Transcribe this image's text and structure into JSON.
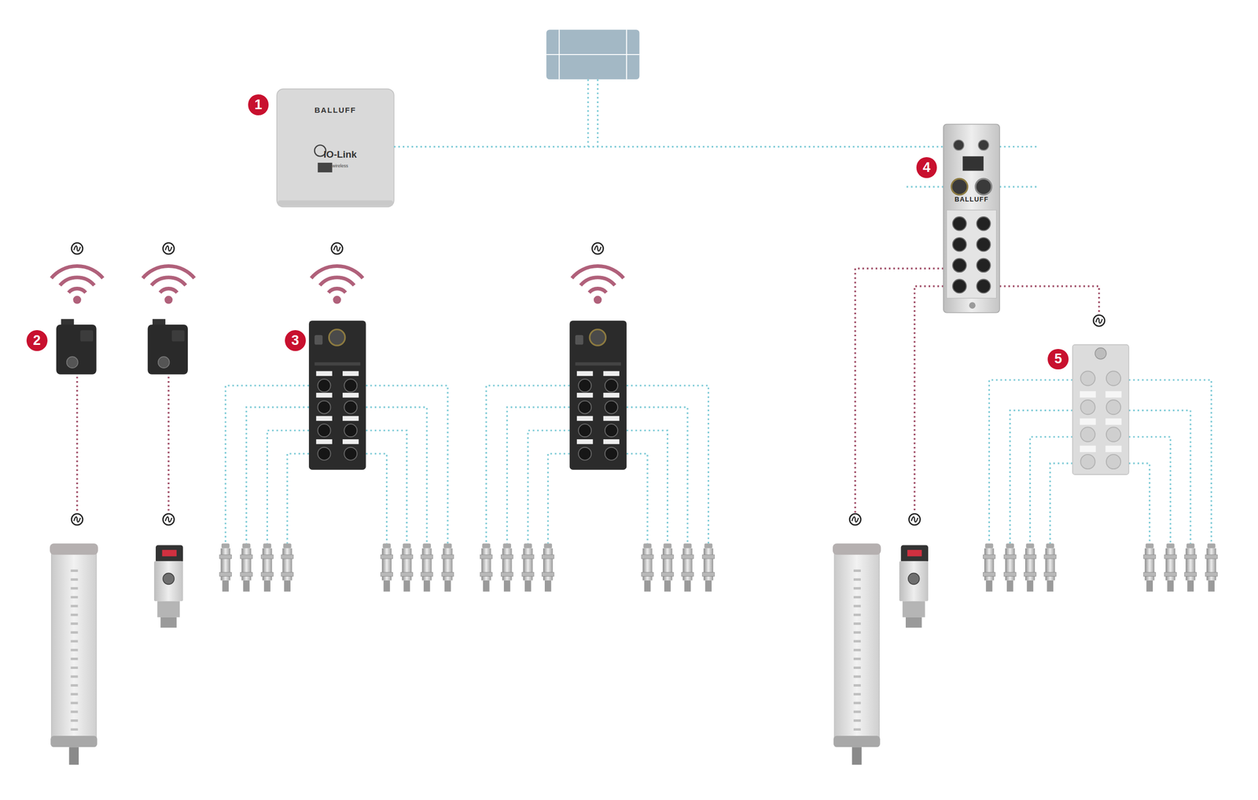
{
  "diagram": {
    "nodes": [
      {
        "text": [
          "BALLUFF",
          "IO-Link",
          "wireless"
        ]
      },
      {
        "text": [
          "BALLUFF"
        ]
      }
    ],
    "edges": [
      {
        "from": 0,
        "to": 1,
        "arrow": "none"
      }
    ],
    "labels": [
      "1",
      "2",
      "3",
      "4",
      "5"
    ]
  }
}
